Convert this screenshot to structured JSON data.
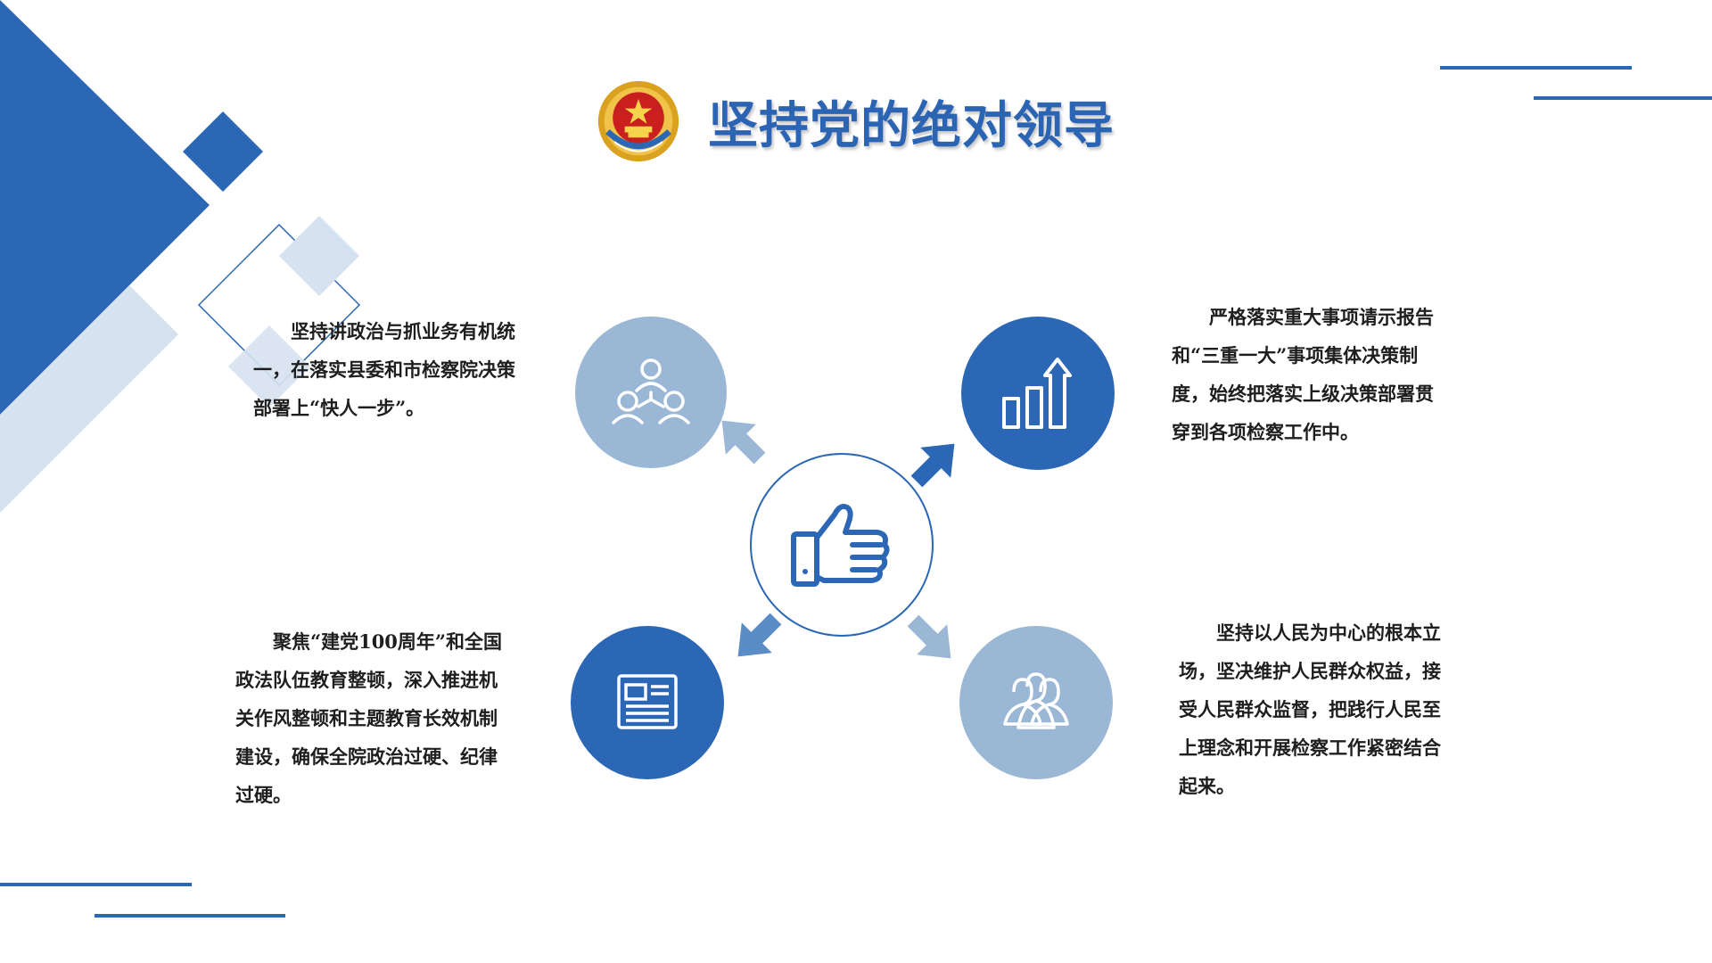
{
  "title": {
    "text": "坚持党的绝对领导",
    "emblem_icon": "procuratorate-emblem-icon"
  },
  "blocks": {
    "top_left": "坚持讲政治与抓业务有机统一，在落实县委和市检察院决策部署上“快人一步”。",
    "top_right": "严格落实重大事项请示报告和“三重一大”事项集体决策制度，始终把落实上级决策部署贯穿到各项检察工作中。",
    "bottom_left": "聚焦“建党100周年”和全国政法队伍教育整顿，深入推进机关作风整顿和主题教育长效机制建设，确保全院政治过硬、纪律过硬。",
    "bottom_right": "坚持以人民为中心的根本立场，坚决维护人民群众权益，接受人民群众监督，把践行人民至上理念和开展检察工作紧密结合起来。"
  },
  "icons": {
    "center": "thumbs-up-icon",
    "top_left": "team-hierarchy-icon",
    "top_right": "bar-chart-growth-icon",
    "bottom_left": "newspaper-document-icon",
    "bottom_right": "people-group-icon"
  },
  "colors": {
    "primary_blue": "#2c67b6",
    "light_blue": "#9ab7d5",
    "pale_blue": "#d6e2f0",
    "title_blue": "#2c64b4"
  }
}
